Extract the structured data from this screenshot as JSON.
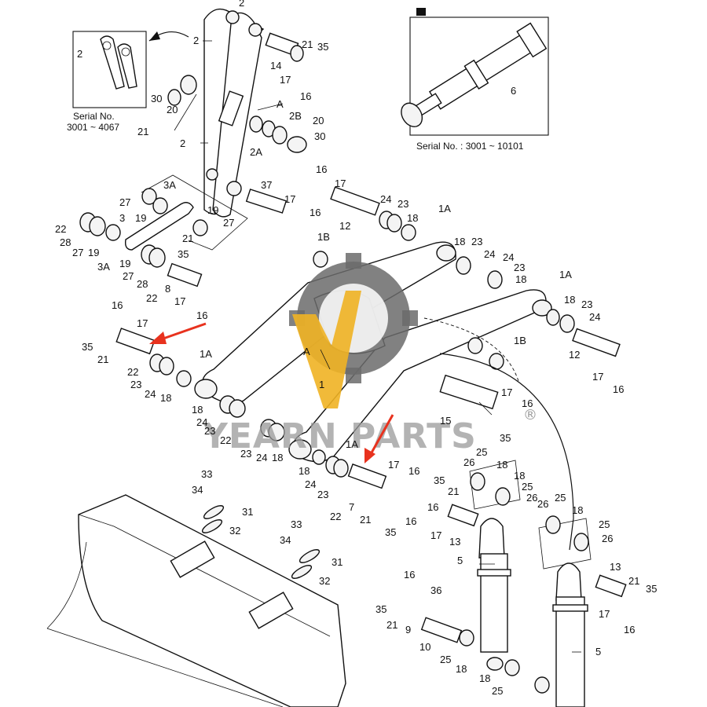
{
  "inset_left": {
    "callout": "2",
    "serial_label": "Serial No.",
    "serial_range": "3001 ~ 4067"
  },
  "inset_right": {
    "callout": "6",
    "serial_label": "Serial No. : 3001 ~ 10101"
  },
  "watermark": {
    "text": "YEARN PARTS",
    "reg": "®",
    "gear_color": "#6b6b6b",
    "gold_color": "#f0b323"
  },
  "arrow_color": "#e8321e",
  "labels": {
    "l2a": "2",
    "l2b": "2",
    "l2c": "2",
    "l14": "14",
    "l21a": "21",
    "l35a": "35",
    "l17a": "17",
    "l16a": "16",
    "lA1": "A",
    "l2B": "2B",
    "l20a": "20",
    "l30a": "30",
    "l2A": "2A",
    "l30b": "30",
    "l20b": "20",
    "l21b": "21",
    "l16b": "16",
    "l37": "37",
    "l17b": "17",
    "l16c": "16",
    "l17c": "17",
    "l12a": "12",
    "l24a": "24",
    "l23a": "23",
    "l18a": "18",
    "l1Aa": "1A",
    "l3A1": "3A",
    "l27a": "27",
    "l19a": "19",
    "l3": "3",
    "l19b": "19",
    "l27b": "27",
    "l21c": "21",
    "l22a": "22",
    "l28a": "28",
    "l27c": "27",
    "l19c": "19",
    "l3A2": "3A",
    "l35b": "35",
    "l19d": "19",
    "l27d": "27",
    "l28b": "28",
    "l22b": "22",
    "l8": "8",
    "l17d": "17",
    "l16d": "16",
    "l1Ba": "1B",
    "l18b": "18",
    "l23b": "23",
    "l24b": "24",
    "l24c": "24",
    "l23c": "23",
    "l18c": "18",
    "l1Ab": "1A",
    "l16e": "16",
    "l17e": "17",
    "l35c": "35",
    "l21d": "21",
    "l22c": "22",
    "l23d": "23",
    "l24d": "24",
    "l18d": "18",
    "l1Ac": "1A",
    "lA2": "A",
    "l1": "1",
    "l18e": "18",
    "l23e": "23",
    "l24e": "24",
    "l1Bb": "1B",
    "l12b": "12",
    "l17f": "17",
    "l16f": "16",
    "l17g": "17",
    "l16g": "16",
    "l15": "15",
    "l35d": "35",
    "l18f": "18",
    "l24f": "24",
    "l23f": "23",
    "l22d": "22",
    "l23g": "23",
    "l24g": "24",
    "l18g": "18",
    "l1Ad": "1A",
    "l17h": "17",
    "l16h": "16",
    "l18h": "18",
    "l24h": "24",
    "l23h": "23",
    "l22e": "22",
    "l7": "7",
    "l21e": "21",
    "l35e": "35",
    "l16i": "16",
    "l26a": "26",
    "l25a": "25",
    "l18i": "18",
    "l18j": "18",
    "l25b": "25",
    "l26b": "26",
    "l35f": "35",
    "l21f": "21",
    "l16j": "16",
    "l17i": "17",
    "l13a": "13",
    "l26c": "26",
    "l25c": "25",
    "l18k": "18",
    "l25d": "25",
    "l26d": "26",
    "l33a": "33",
    "l34a": "34",
    "l31a": "31",
    "l32a": "32",
    "l33b": "33",
    "l34b": "34",
    "l31b": "31",
    "l32b": "32",
    "l5a": "5",
    "l13b": "13",
    "l21g": "21",
    "l35g": "35",
    "l17j": "17",
    "l16k": "16",
    "l16l": "16",
    "l36": "36",
    "l35h": "35",
    "l21h": "21",
    "l9": "9",
    "l10": "10",
    "l25e": "25",
    "l18l": "18",
    "l18m": "18",
    "l25f": "25",
    "l5b": "5"
  }
}
